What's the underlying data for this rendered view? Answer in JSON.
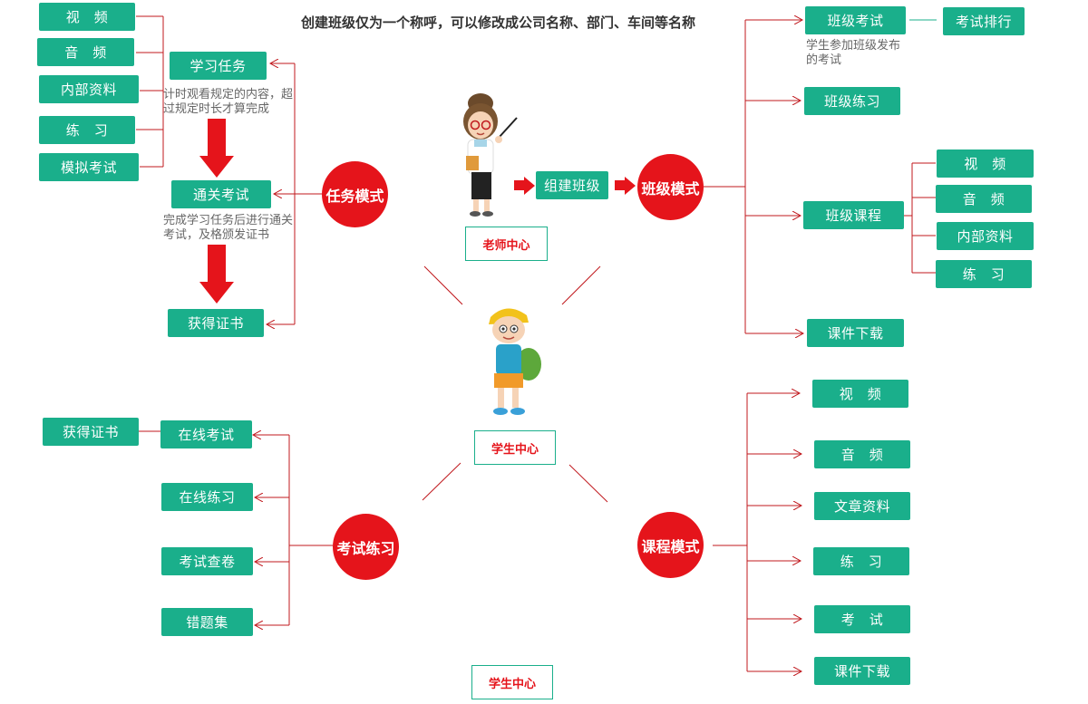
{
  "header": {
    "title": "创建班级仅为一个称呼，可以修改成公司名称、部门、车间等名称"
  },
  "task_mode": {
    "hub": "任务模式",
    "media": [
      "视　频",
      "音　频",
      "内部资料",
      "练　习",
      "模拟考试"
    ],
    "steps": [
      "学习任务",
      "通关考试",
      "获得证书"
    ],
    "notes": [
      "计时观看规定的内容，超过规定时长才算完成",
      "完成学习任务后进行通关考试，及格颁发证书"
    ]
  },
  "teacher": {
    "label": "老师中心",
    "build": "组建班级"
  },
  "class_mode": {
    "hub": "班级模式",
    "items": [
      "班级考试",
      "班级练习",
      "班级课程",
      "课件下载"
    ],
    "rank": "考试排行",
    "note": "学生参加班级发布的考试",
    "course_items": [
      "视　频",
      "音　频",
      "内部资料",
      "练　习"
    ]
  },
  "student": {
    "label": "学生中心",
    "footer_label": "学生中心"
  },
  "exam_practice": {
    "hub": "考试练习",
    "items": [
      "在线考试",
      "在线练习",
      "考试查卷",
      "错题集"
    ],
    "cert": "获得证书"
  },
  "course_mode": {
    "hub": "课程模式",
    "items": [
      "视　频",
      "音　频",
      "文章资料",
      "练　习",
      "考　试",
      "课件下载"
    ]
  }
}
